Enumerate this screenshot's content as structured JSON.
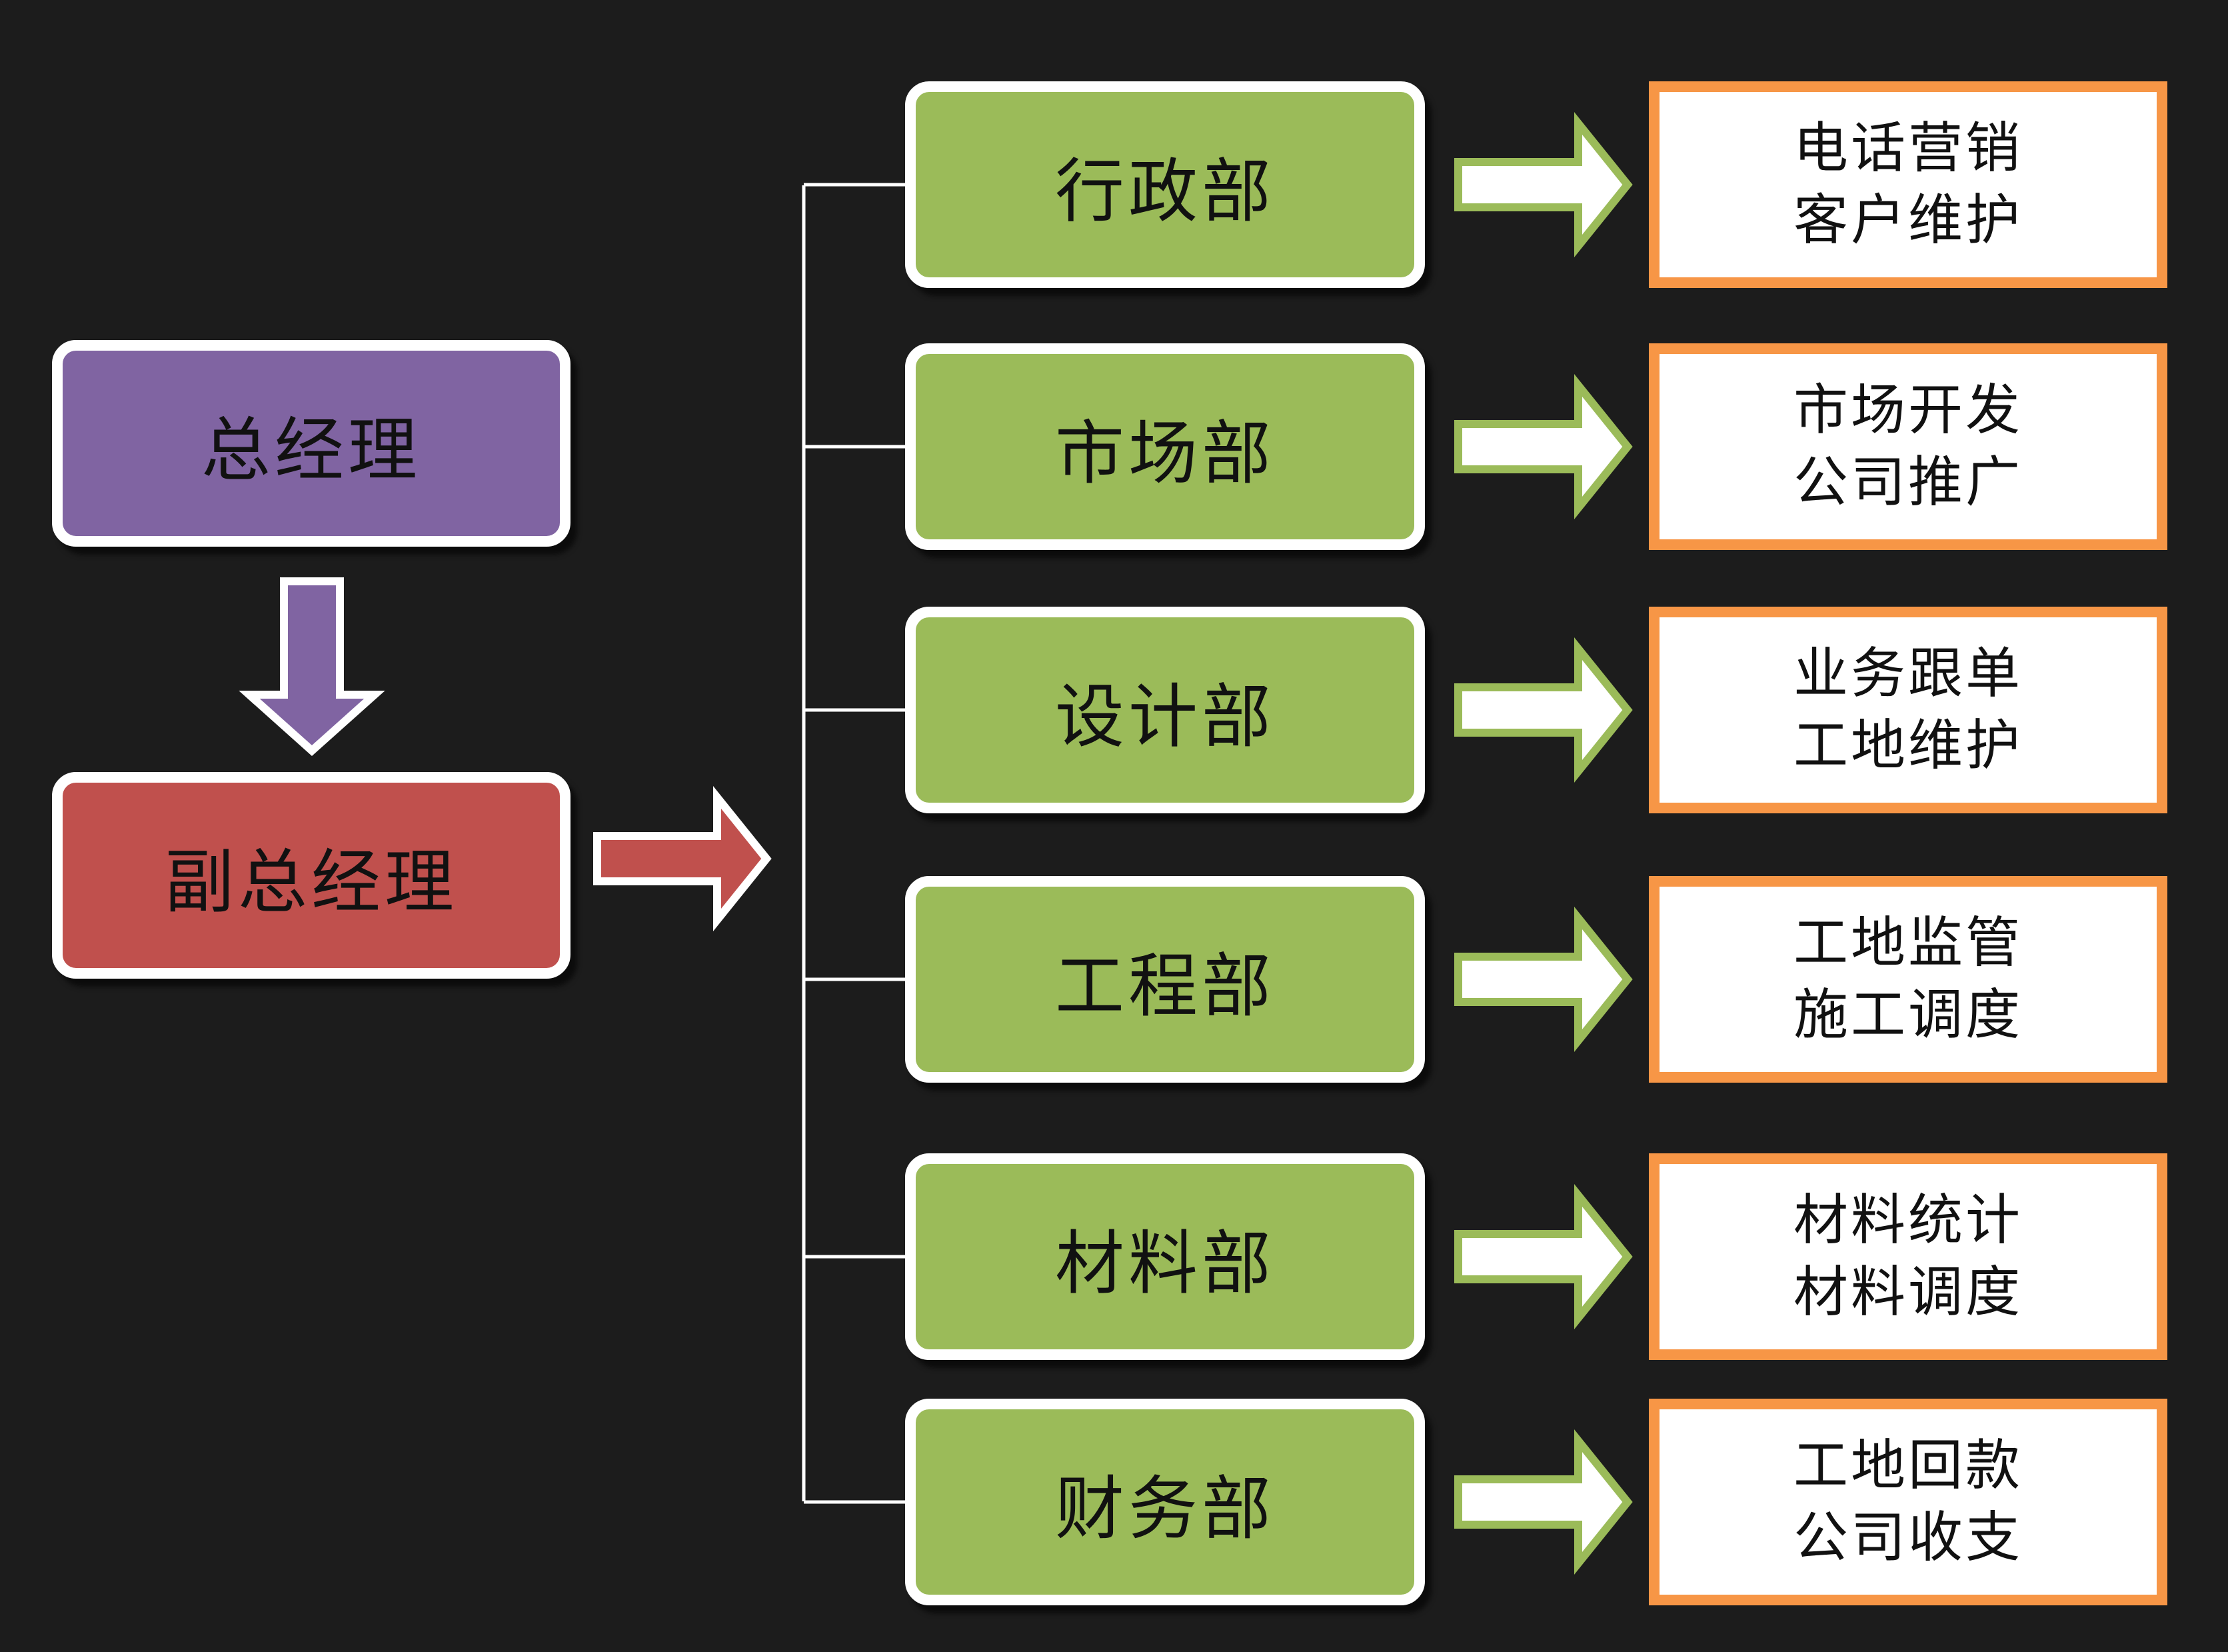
{
  "ceo": {
    "label": "总经理"
  },
  "vice_ceo": {
    "label": "副总经理"
  },
  "departments": [
    {
      "name": "行政部",
      "duties": [
        "电话营销",
        "客户维护"
      ]
    },
    {
      "name": "市场部",
      "duties": [
        "市场开发",
        "公司推广"
      ]
    },
    {
      "name": "设计部",
      "duties": [
        "业务跟单",
        "工地维护"
      ]
    },
    {
      "name": "工程部",
      "duties": [
        "工地监管",
        "施工调度"
      ]
    },
    {
      "name": "材料部",
      "duties": [
        "材料统计",
        "材料调度"
      ]
    },
    {
      "name": "财务部",
      "duties": [
        "工地回款",
        "公司收支"
      ]
    }
  ],
  "colors": {
    "ceo": "#8064a2",
    "vice_ceo": "#c0504d",
    "department": "#9bbb59",
    "duty_border": "#f79646",
    "background": "#1c1c1c"
  }
}
